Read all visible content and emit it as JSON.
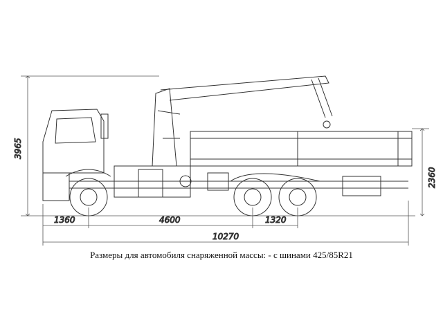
{
  "dimensions": {
    "overall_height": "3965",
    "platform_height": "2360",
    "front_overhang": "1360",
    "wheelbase": "4600",
    "rear_axle_spacing": "1320",
    "overall_length": "10270"
  },
  "caption": "Размеры для автомобиля снаряженной массы: - с шинами 425/85R21"
}
